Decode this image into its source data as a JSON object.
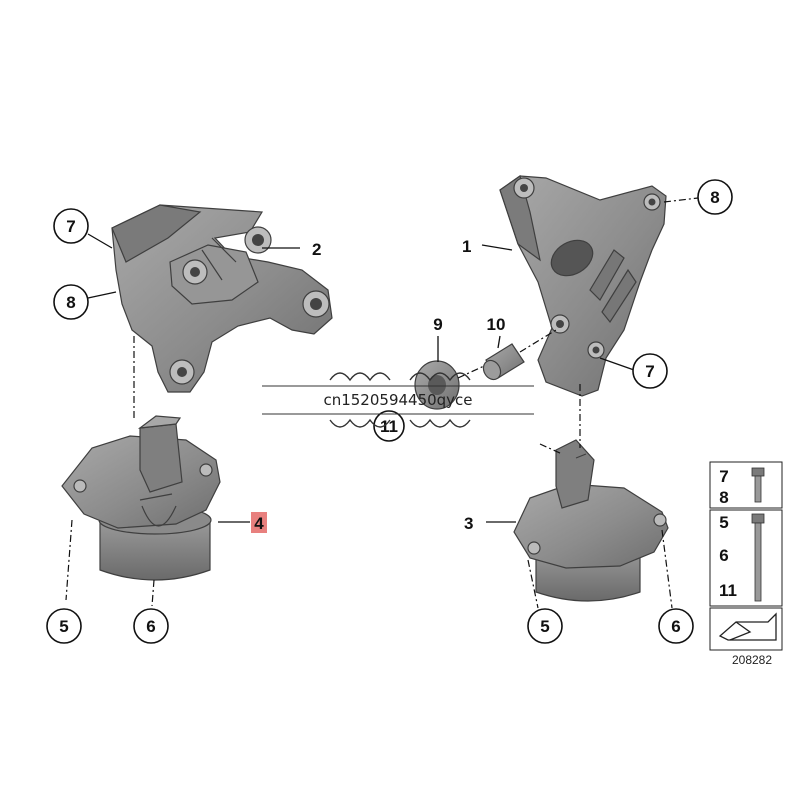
{
  "callouts": {
    "c1": "1",
    "c2": "2",
    "c3": "3",
    "c4": "4",
    "c5a": "5",
    "c5b": "5",
    "c6a": "6",
    "c6b": "6",
    "c7a": "7",
    "c7b": "7",
    "c8a": "8",
    "c8b": "8",
    "c9": "9",
    "c10": "10",
    "c11": "11"
  },
  "fastener_key": {
    "row1": [
      "7",
      "8"
    ],
    "row2": [
      "5",
      "6",
      "11"
    ]
  },
  "reference_number": "208282",
  "watermark": "cn1520594450qyce",
  "colors": {
    "part_fill": "#8e8e8e",
    "part_dark": "#5e5e5e",
    "highlight": "#e8807e"
  }
}
